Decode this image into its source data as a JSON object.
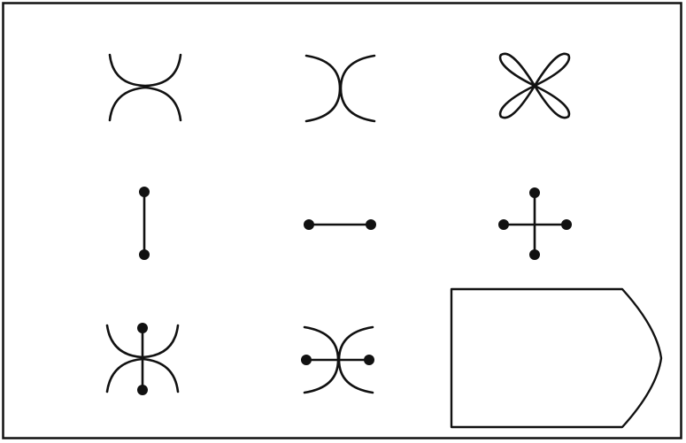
{
  "puzzle": {
    "grid": {
      "rows": 3,
      "cols": 3
    },
    "cells": [
      {
        "row": 1,
        "col": 1,
        "figure": "arcs-facing-vertically"
      },
      {
        "row": 1,
        "col": 2,
        "figure": "arcs-facing-horizontally"
      },
      {
        "row": 1,
        "col": 3,
        "figure": "four-petal-flower"
      },
      {
        "row": 2,
        "col": 1,
        "figure": "vertical-dumbbell"
      },
      {
        "row": 2,
        "col": 2,
        "figure": "horizontal-dumbbell"
      },
      {
        "row": 2,
        "col": 3,
        "figure": "cross-dumbbell"
      },
      {
        "row": 3,
        "col": 1,
        "figure": "vertical-arcs-with-vertical-dumbbell"
      },
      {
        "row": 3,
        "col": 2,
        "figure": "horizontal-arcs-with-horizontal-dumbbell"
      },
      {
        "row": 3,
        "col": 3,
        "figure": "blank-answer-placeholder"
      }
    ],
    "colors": {
      "ink": "#111111",
      "background": "#ffffff"
    }
  }
}
